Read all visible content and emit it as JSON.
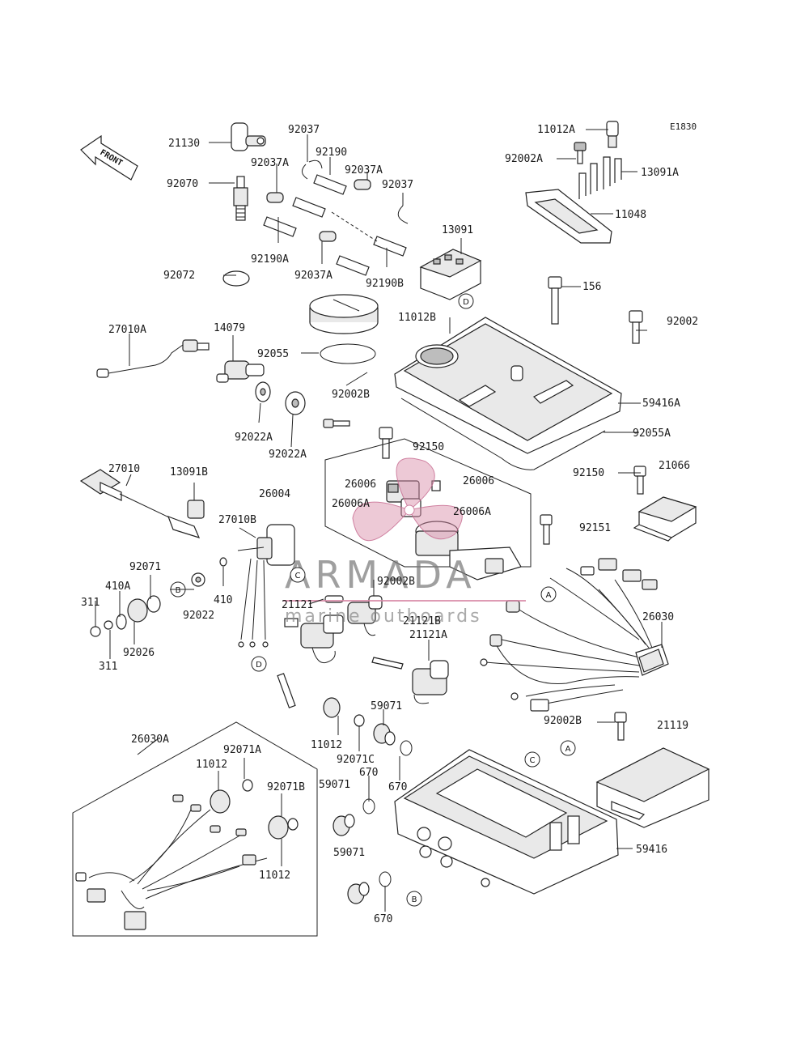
{
  "diagram_code": "E1830",
  "front_label": "FRONT",
  "watermark": {
    "name": "ARMADA",
    "tagline": "marine outboards",
    "accent": "#d98aa8"
  },
  "callouts": [
    "A",
    "B",
    "C",
    "D"
  ],
  "part_labels": [
    "21130",
    "92037",
    "92037A",
    "92190",
    "92037A",
    "92037",
    "92070",
    "92190A",
    "92037A",
    "92190B",
    "13091",
    "92072",
    "11012A",
    "92002A",
    "13091A",
    "11048",
    "156",
    "11012B",
    "92002",
    "27010A",
    "14079",
    "92055",
    "92002B",
    "59416A",
    "92022A",
    "92022A",
    "92055A",
    "92150",
    "21066",
    "27010",
    "13091B",
    "26004",
    "26006",
    "26006A",
    "26006",
    "26006A",
    "92150",
    "92151",
    "27010B",
    "92071",
    "410A",
    "311",
    "410",
    "92022",
    "92026",
    "311",
    "21121",
    "92002B",
    "21121B",
    "21121A",
    "26030",
    "11012",
    "59071",
    "92071C",
    "92002B",
    "21119",
    "26030A",
    "92071A",
    "11012",
    "670",
    "670",
    "92071B",
    "59071",
    "11012",
    "59071",
    "59416",
    "670"
  ]
}
